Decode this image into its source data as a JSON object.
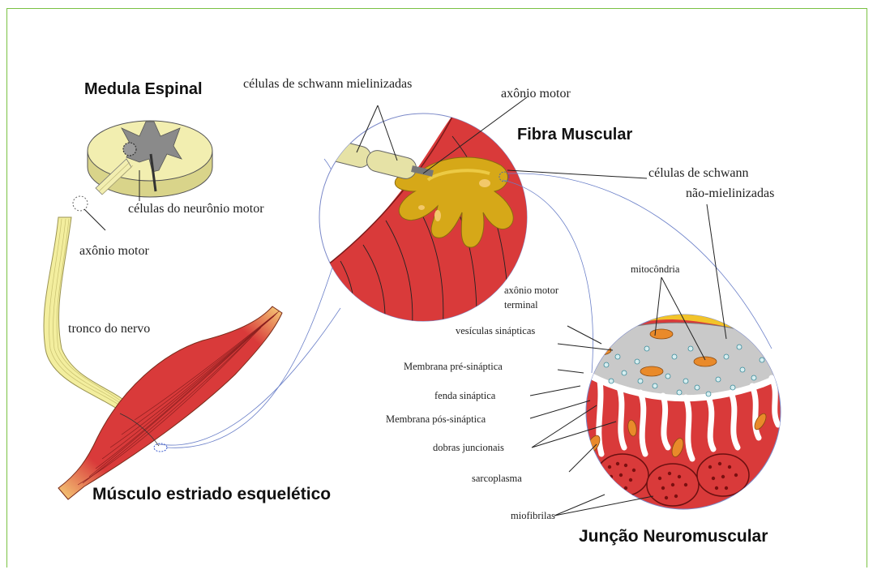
{
  "titles": {
    "spinal_cord": "Medula Espinal",
    "muscle_fiber": "Fibra Muscular",
    "skeletal_muscle": "Músculo estriado esquelético",
    "nmj": "Junção Neuromuscular"
  },
  "labels": {
    "myelinated_schwann": "células de schwann mielinizadas",
    "motor_axon_top": "axônio motor",
    "unmyelinated_schwann_1": "células de schwann",
    "unmyelinated_schwann_2": "não-mielinizadas",
    "motor_neuron_cells": "células do neurônio motor",
    "motor_axon_left": "axônio motor",
    "nerve_trunk": "tronco do nervo",
    "mitochondria": "mitocôndria",
    "terminal_axon_1": "axônio motor",
    "terminal_axon_2": "terminal",
    "synaptic_vesicles": "vesículas sinápticas",
    "presynaptic_membrane": "Membrana pré-sináptica",
    "synaptic_cleft": "fenda sináptica",
    "postsynaptic_membrane": "Membrana pós-sináptica",
    "junctional_folds": "dobras juncionais",
    "sarcoplasm": "sarcoplasma",
    "myofibrils": "miofibrilas"
  },
  "colors": {
    "muscle_red": "#d93a3a",
    "schwann_yellow": "#e8c21e",
    "spinal_cream": "#f2eeb0",
    "grey_matter": "#8a8a8a",
    "frame_green": "#7ac143"
  }
}
